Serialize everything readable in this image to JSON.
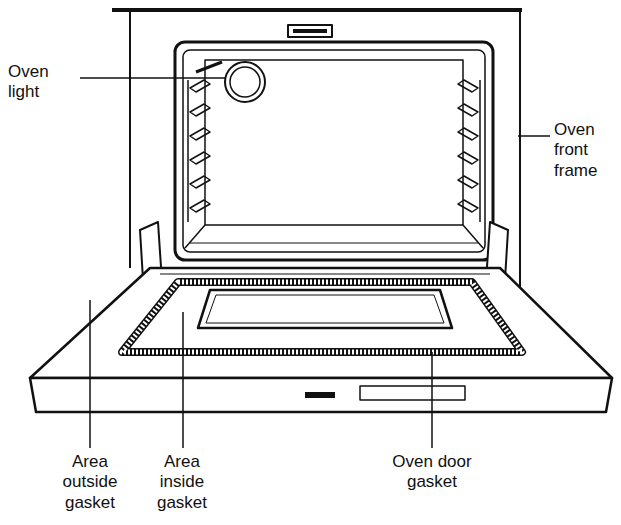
{
  "diagram": {
    "labels": [
      "Oven light",
      "Oven front frame",
      "Area outside gasket",
      "Area inside gasket",
      "Oven door gasket"
    ]
  }
}
